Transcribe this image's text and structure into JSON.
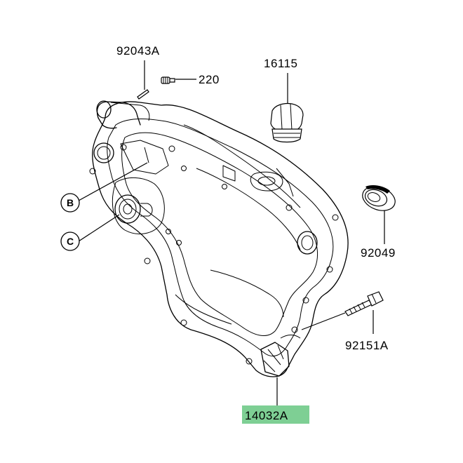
{
  "parts": {
    "p92043A": "92043A",
    "p220": "220",
    "p16115": "16115",
    "p92049": "92049",
    "p92151A": "92151A",
    "p14032A": "14032A"
  },
  "callouts": {
    "b": "B",
    "c": "C"
  },
  "colors": {
    "highlight": "#7ecf94",
    "ink": "#000000",
    "background": "#ffffff"
  }
}
